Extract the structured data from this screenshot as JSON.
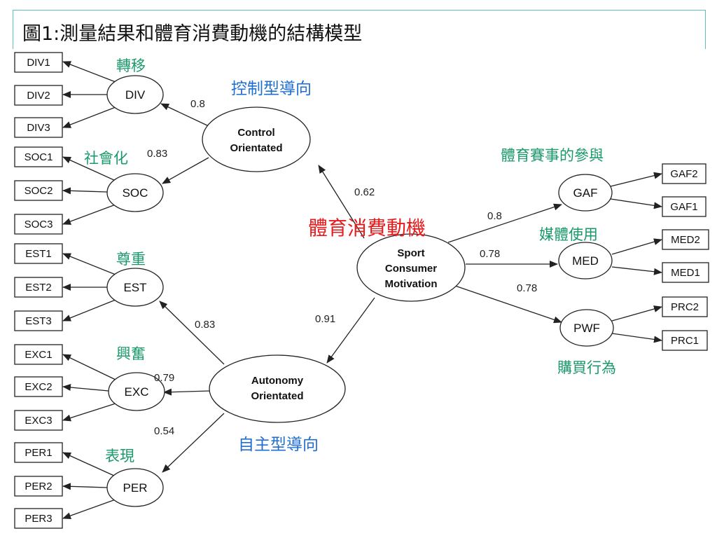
{
  "title": "圖1:測量結果和體育消費動機的結構模型",
  "colors": {
    "frame": "#5fbfbf",
    "green": "#1a9a6a",
    "blue": "#1f6fd0",
    "red": "#e81c1c"
  },
  "indicators": {
    "div1": "DIV1",
    "div2": "DIV2",
    "div3": "DIV3",
    "soc1": "SOC1",
    "soc2": "SOC2",
    "soc3": "SOC3",
    "est1": "EST1",
    "est2": "EST2",
    "est3": "EST3",
    "exc1": "EXC1",
    "exc2": "EXC2",
    "exc3": "EXC3",
    "per1": "PER1",
    "per2": "PER2",
    "per3": "PER3",
    "gaf2": "GAF2",
    "gaf1": "GAF1",
    "med2": "MED2",
    "med1": "MED1",
    "prc2": "PRC2",
    "prc1": "PRC1"
  },
  "factors": {
    "div": "DIV",
    "soc": "SOC",
    "est": "EST",
    "exc": "EXC",
    "per": "PER",
    "gaf": "GAF",
    "med": "MED",
    "pwf": "PWF"
  },
  "higher": {
    "control_line1": "Control",
    "control_line2": "Orientated",
    "autonomy_line1": "Autonomy",
    "autonomy_line2": "Orientated",
    "sport_line1": "Sport",
    "sport_line2": "Consumer",
    "sport_line3": "Motivation"
  },
  "coefficients": {
    "control_div": "0.8",
    "control_soc": "0.83",
    "sport_control": "0.62",
    "autonomy_est": "0.83",
    "autonomy_exc": "0.79",
    "autonomy_per": "0.54",
    "sport_autonomy": "0.91",
    "sport_gaf": "0.8",
    "sport_med": "0.78",
    "sport_pwf": "0.78"
  },
  "annotations": {
    "div_cn": "轉移",
    "soc_cn": "社會化",
    "est_cn": "尊重",
    "exc_cn": "興奮",
    "per_cn": "表現",
    "gaf_cn": "體育賽事的參與",
    "med_cn": "媒體使用",
    "pwf_cn": "購買行為",
    "control_cn": "控制型導向",
    "autonomy_cn": "自主型導向",
    "sport_cn": "體育消費動機"
  }
}
